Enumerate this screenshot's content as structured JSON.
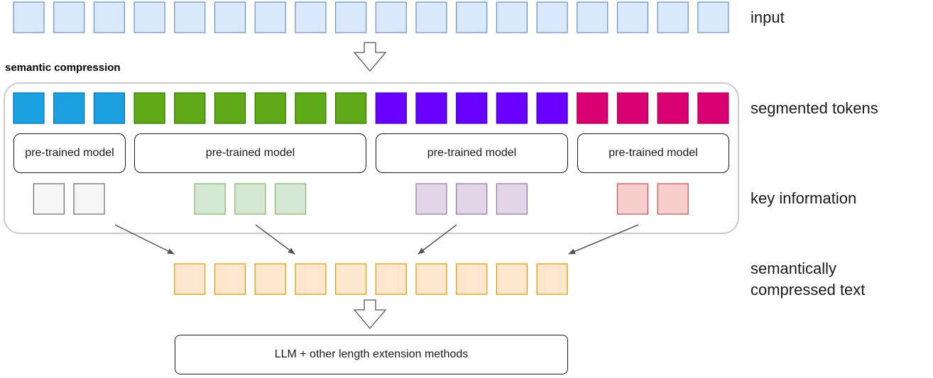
{
  "labels": {
    "input": "input",
    "segmented_tokens": "segmented tokens",
    "key_information": "key information",
    "compressed_line1": "semantically",
    "compressed_line2": "compressed text"
  },
  "section_title": "semantic compression",
  "models": [
    "pre-trained model",
    "pre-trained model",
    "pre-trained model",
    "pre-trained model"
  ],
  "llm_box": "LLM + other length extension methods",
  "token_rows": {
    "input": {
      "count": 18,
      "fill": "#dae8fc",
      "stroke": "#6c8ebf"
    },
    "segments": [
      {
        "count": 3,
        "fill": "#1ba1e2",
        "stroke": "#006eaf"
      },
      {
        "count": 6,
        "fill": "#60a917",
        "stroke": "#2d7600"
      },
      {
        "count": 5,
        "fill": "#6a00ff",
        "stroke": "#3700cc"
      },
      {
        "count": 4,
        "fill": "#d80073",
        "stroke": "#a50040"
      }
    ],
    "key_information": [
      {
        "count": 2,
        "fill": "#f5f5f5",
        "stroke": "#666666"
      },
      {
        "count": 3,
        "fill": "#d5e8d4",
        "stroke": "#82b366"
      },
      {
        "count": 3,
        "fill": "#e1d5e7",
        "stroke": "#9673a6"
      },
      {
        "count": 2,
        "fill": "#f8cecc",
        "stroke": "#b85450"
      }
    ],
    "compressed": {
      "count": 10,
      "fill": "#ffe6cc",
      "stroke": "#d79b00"
    }
  }
}
